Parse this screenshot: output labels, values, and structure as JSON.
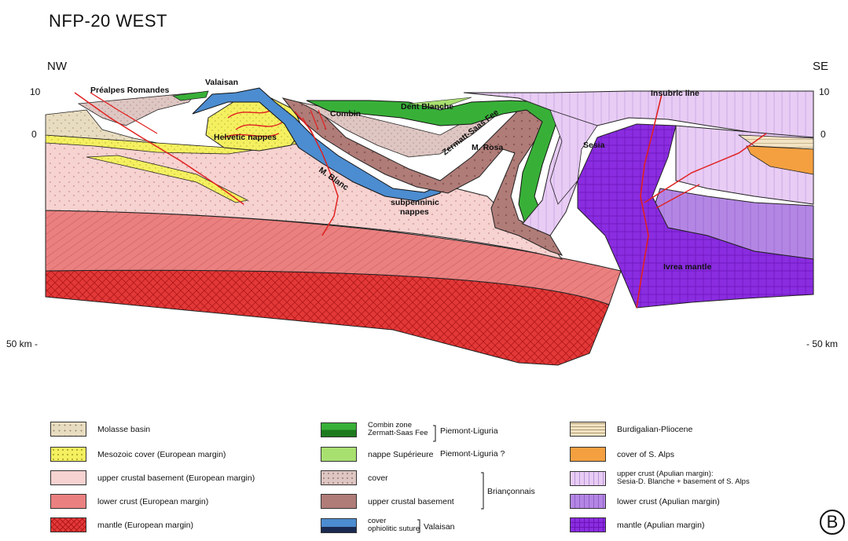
{
  "title": "NFP-20 WEST",
  "orientation": {
    "left": "NW",
    "right": "SE"
  },
  "depth_ticks": {
    "left": [
      "10",
      "0",
      "50 km -"
    ],
    "right": [
      "10",
      "0",
      "- 50 km"
    ]
  },
  "section_labels": {
    "prealpes": "Préalpes Romandes",
    "valaisan": "Valaisan",
    "combin": "Combin",
    "dent_blanche": "Dent Blanche",
    "zermatt": "Zermatt-Saas Fee",
    "m_rosa": "M. Rosa",
    "sesia": "Sesia",
    "insubric": "Insubric line",
    "helvetic": "Helvetic nappes",
    "m_blanc": "M. Blanc",
    "subpenninic_1": "subpenninic",
    "subpenninic_2": "nappes",
    "ivrea": "Ivrea mantle"
  },
  "colors": {
    "molasse": "#e8dcc0",
    "mesozoic": "#f5f060",
    "upper_crust_eu": "#f6d2d0",
    "lower_crust_eu": "#ea8080",
    "mantle_eu": "#e33838",
    "combin": "#38b038",
    "nappe_sup": "#a8e070",
    "bri_cover": "#dec6c2",
    "bri_basement": "#b07c78",
    "valaisan": "#4c8cd0",
    "burdigalian": "#f2e3c4",
    "cover_s_alps": "#f4a040",
    "upper_crust_ap": "#e8ccf4",
    "lower_crust_ap": "#b486e4",
    "mantle_ap": "#8a2ce0",
    "fault": "#e02020"
  },
  "legend": {
    "col1": [
      {
        "name": "Molasse basin"
      },
      {
        "name": "Mesozoic cover (European margin)"
      },
      {
        "name": "upper crustal basement (European margin)"
      },
      {
        "name": "lower crust (European margin)"
      },
      {
        "name": "mantle (European margin)"
      }
    ],
    "col2": [
      {
        "line1": "Combin zone",
        "line2": "Zermatt-Saas Fee"
      },
      {
        "name": "nappe Supérieure"
      },
      {
        "name": "cover"
      },
      {
        "name": "upper crustal basement"
      },
      {
        "line1": "cover",
        "line2": "ophiolitic suture"
      }
    ],
    "col2_groups": {
      "piemont": "Piemont-Liguria",
      "piemont_q": "Piemont-Liguria ?",
      "brianconnais": "Briançonnais",
      "valaisan": "Valaisan"
    },
    "col3": [
      {
        "name": "Burdigalian-Pliocene"
      },
      {
        "name": "cover of S. Alps"
      },
      {
        "line1": "upper crust (Apulian margin):",
        "line2": "Sesia-D. Blanche + basement of S. Alps"
      },
      {
        "name": "lower crust (Apulian margin)"
      },
      {
        "name": "mantle (Apulian margin)"
      }
    ]
  },
  "badge": "B"
}
